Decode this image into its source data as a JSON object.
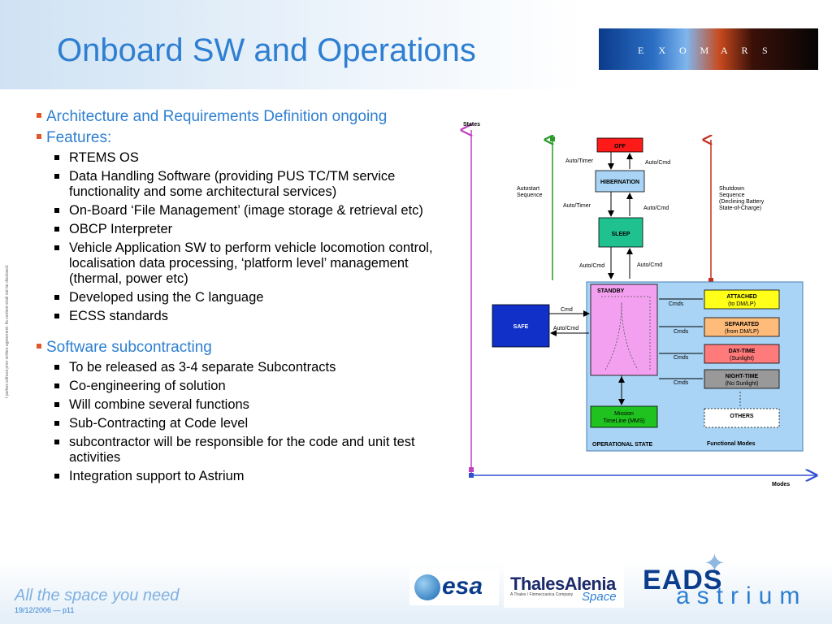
{
  "header": {
    "title": "Onboard SW and Operations",
    "logo_letters": [
      "E",
      "X",
      "O",
      "M",
      "A",
      "R",
      "S"
    ]
  },
  "side_note": "I parties without prior written agreement. Its content shall not be disclosed.",
  "content": {
    "item1": "Architecture and Requirements Definition ongoing",
    "item2": "Features:",
    "features": [
      "RTEMS OS",
      "Data Handling Software (providing PUS TC/TM service functionality and some architectural services)",
      "On-Board ‘File Management’ (image storage & retrieval etc)",
      "OBCP Interpreter",
      "Vehicle Application SW to perform vehicle locomotion control, localisation data processing, ‘platform level’ management (thermal, power etc)",
      "Developed using the C language",
      "ECSS standards"
    ],
    "item3": "Software subcontracting",
    "subcontracting": [
      "To be released as 3-4 separate Subcontracts",
      "Co-engineering of solution",
      "Will combine several functions",
      "Sub-Contracting at Code level",
      "subcontractor will be responsible for the code and unit test activities",
      "Integration support to Astrium"
    ]
  },
  "diagram": {
    "states_label": "States",
    "modes_label": "Modes",
    "off": "OFF",
    "hibernation": "HIBERNATION",
    "sleep": "SLEEP",
    "standby": "STANDBY",
    "safe": "SAFE",
    "mission_timeline_1": "Mission",
    "mission_timeline_2": "TimeLine (MMS)",
    "operational_state": "OPERATIONAL STATE",
    "functional_modes": "Functional Modes",
    "autostart_1": "Autostart",
    "autostart_2": "Sequence",
    "shutdown_1": "Shutdown",
    "shutdown_2": "Sequence",
    "shutdown_3": "(Declining Battery",
    "shutdown_4": "State-of-Charge)",
    "auto_timer": "Auto/Timer",
    "auto_cmd": "Auto/Cmd",
    "cmd": "Cmd",
    "cmds": "Cmds",
    "attached": "ATTACHED",
    "attached_sub": "(to DM/LP)",
    "separated": "SEPARATED",
    "separated_sub": "(from DM/LP)",
    "daytime": "DAY-TIME",
    "daytime_sub": "(Sunlight)",
    "nighttime": "NIGHT-TIME",
    "nighttime_sub": "(No Sunlight)",
    "others": "OTHERS"
  },
  "footer": {
    "slogan": "All the space you need",
    "date_page": "19/12/2006  —  p11",
    "esa": "esa",
    "thales_1": "ThalesAlenia",
    "thales_2": "A Thales / Finmeccanica Company",
    "thales_3": "Space",
    "eads_1": "EADS",
    "eads_2": "astrium"
  }
}
